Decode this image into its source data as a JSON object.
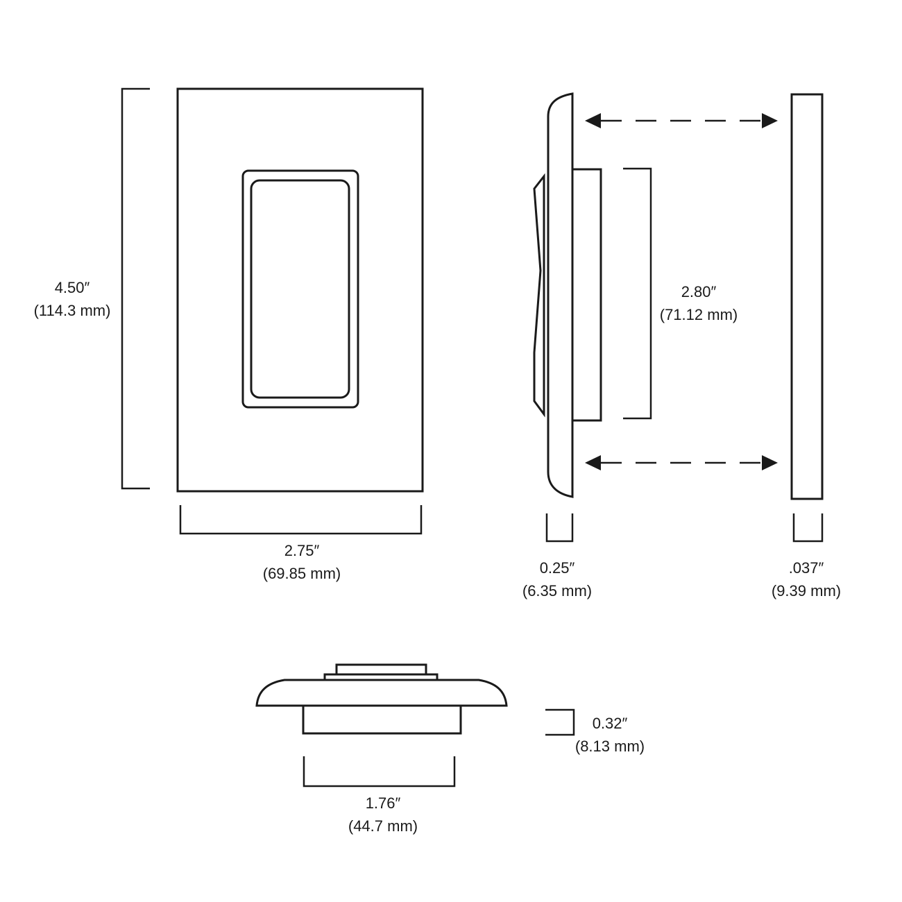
{
  "colors": {
    "line": "#1a1a1a",
    "background": "#ffffff"
  },
  "dimensions": {
    "plate_height": {
      "inch": "4.50″",
      "mm": "(114.3 mm)"
    },
    "plate_width": {
      "inch": "2.75″",
      "mm": "(69.85 mm)"
    },
    "body_height": {
      "inch": "2.80″",
      "mm": "(71.12 mm)"
    },
    "plate_depth": {
      "inch": "0.25″",
      "mm": "(6.35 mm)"
    },
    "backplate_depth": {
      "inch": ".037″",
      "mm": "(9.39 mm)"
    },
    "body_depth": {
      "inch": "0.32″",
      "mm": "(8.13 mm)"
    },
    "body_width": {
      "inch": "1.76″",
      "mm": "(44.7 mm)"
    }
  }
}
